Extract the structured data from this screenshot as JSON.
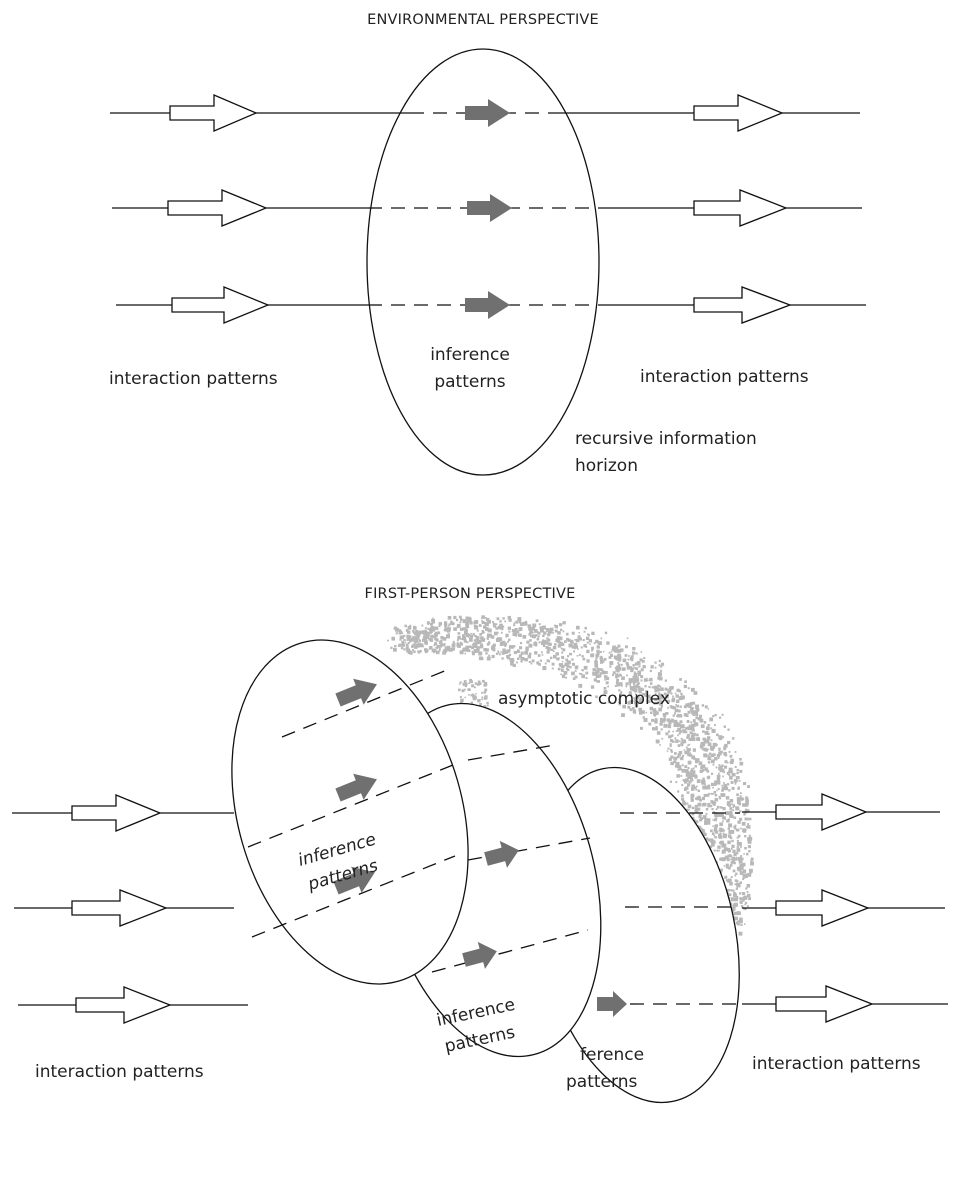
{
  "environmental": {
    "title": "ENVIRONMENTAL PERSPECTIVE",
    "left_label": "interaction patterns",
    "center_label_1": "inference",
    "center_label_2": "patterns",
    "right_label": "interaction patterns",
    "horizon_label_1": "recursive information",
    "horizon_label_2": "horizon"
  },
  "first_person": {
    "title": "FIRST-PERSON PERSPECTIVE",
    "complex_label": "asymptotic complex",
    "left_label": "interaction patterns",
    "right_label": "interaction patterns",
    "disc1_label_1": "inference",
    "disc1_label_2": "patterns",
    "disc2_label_1": "inference",
    "disc2_label_2": "patterns",
    "disc3_label_1": "ference",
    "disc3_label_2": "patterns"
  },
  "colors": {
    "line": "#111111",
    "solid_arrow": "#707070",
    "complex_cloud": "#b8b8b8"
  }
}
